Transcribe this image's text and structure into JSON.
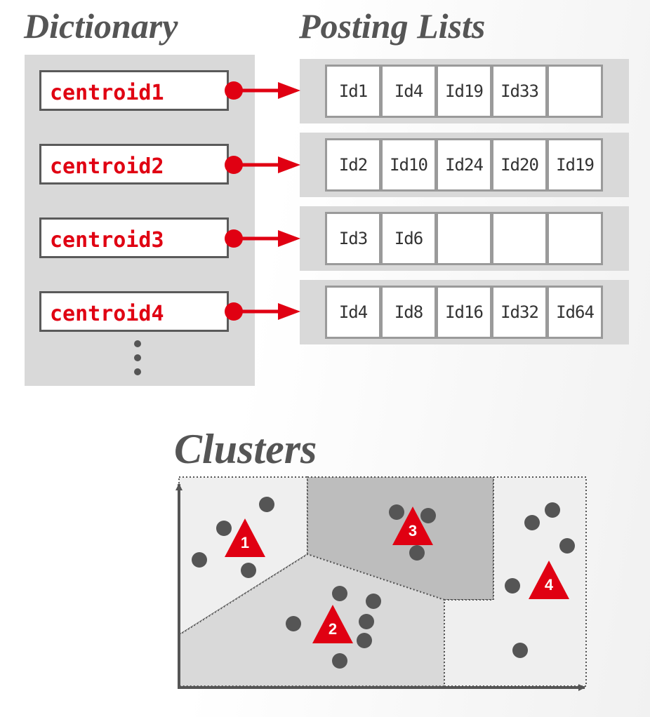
{
  "titles": {
    "dictionary": "Dictionary",
    "posting_lists": "Posting Lists",
    "clusters": "Clusters"
  },
  "dictionary": [
    {
      "label": "centroid1",
      "postings": [
        "Id1",
        "Id4",
        "Id19",
        "Id33",
        ""
      ]
    },
    {
      "label": "centroid2",
      "postings": [
        "Id2",
        "Id10",
        "Id24",
        "Id20",
        "Id19"
      ]
    },
    {
      "label": "centroid3",
      "postings": [
        "Id3",
        "Id6",
        "",
        "",
        ""
      ]
    },
    {
      "label": "centroid4",
      "postings": [
        "Id4",
        "Id8",
        "Id16",
        "Id32",
        "Id64"
      ]
    }
  ],
  "clusters": {
    "centroid_labels": [
      "1",
      "2",
      "3",
      "4"
    ]
  },
  "colors": {
    "accent": "#e00012",
    "panel": "#d9d9d9",
    "point": "#555555"
  }
}
